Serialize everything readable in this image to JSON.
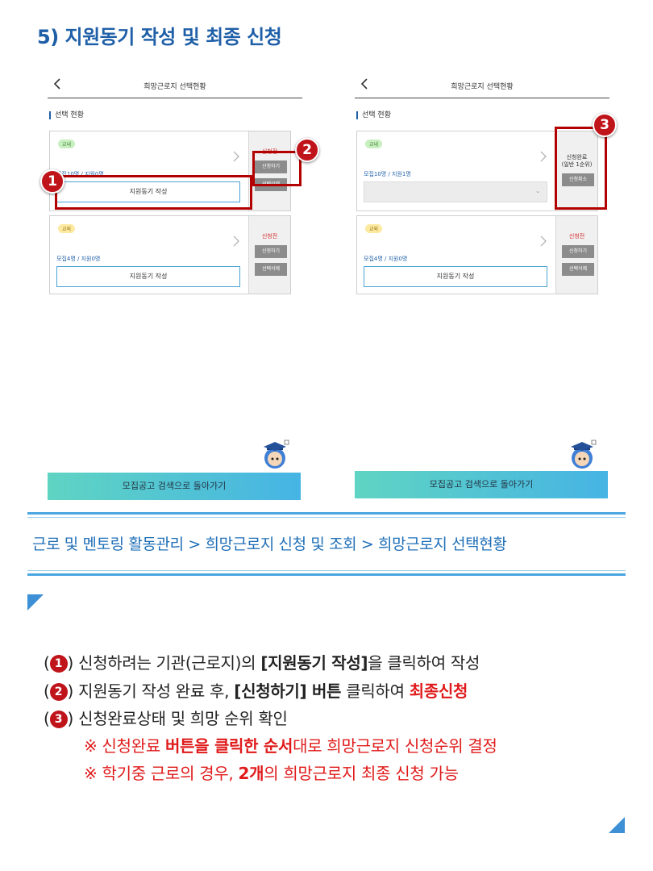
{
  "page_title": "5) 지원동기 작성 및 최종 신청",
  "left_screen": {
    "header_title": "희망근로지 선택현황",
    "section_label": "선택 현황",
    "card1": {
      "tag": "교내",
      "recruit": "모집10명 / 지원0명",
      "motive_button": "지원동기 작성",
      "status": "신청전",
      "apply_button": "신청하기",
      "delete_button": "선택삭제"
    },
    "card2": {
      "tag": "교외",
      "recruit": "모집4명 / 지원0명",
      "motive_button": "지원동기 작성",
      "status": "신청전",
      "apply_button": "신청하기",
      "delete_button": "선택삭제"
    },
    "bottom_button": "모집공고 검색으로 돌아가기"
  },
  "right_screen": {
    "header_title": "희망근로지 선택현황",
    "section_label": "선택 현황",
    "card1": {
      "tag": "교내",
      "recruit": "모집10명 / 지원1명",
      "status_line1": "신청완료",
      "status_line2": "(일반 1순위)",
      "cancel_button": "신청취소"
    },
    "card2": {
      "tag": "교외",
      "recruit": "모집4명 / 지원0명",
      "motive_button": "지원동기 작성",
      "status": "신청전",
      "apply_button": "신청하기",
      "delete_button": "선택삭제"
    },
    "bottom_button": "모집공고 검색으로 돌아가기"
  },
  "badges": [
    "1",
    "2",
    "3"
  ],
  "breadcrumb": "근로 및 멘토링 활동관리 > 희망근로지 신청 및 조회 > 희망근로지 선택현황",
  "instructions": {
    "line1": {
      "open": "(",
      "num": "1",
      "close": ")",
      "text_a": " 신청하려는 기관(근로지)의 ",
      "bold": "[지원동기 작성]",
      "text_b": "을 클릭하여 작성"
    },
    "line2": {
      "open": "(",
      "num": "2",
      "close": ")",
      "text_a": " 지원동기 작성 완료 후, ",
      "bold": "[신청하기] 버튼",
      "text_b": " 클릭하여 ",
      "red_bold": "최종신청"
    },
    "line3": {
      "open": "(",
      "num": "3",
      "close": ")",
      "text_a": " 신청완료상태 및 희망 순위 확인"
    },
    "note1": {
      "prefix": "※ 신청완료 ",
      "bold": "버튼을 클릭한 순서",
      "suffix": "대로 희망근로지 신청순위 결정"
    },
    "note2": {
      "prefix": "※ 학기중 근로의 경우, ",
      "bold": "2개",
      "suffix": "의 희망근로지 최종 신청 가능"
    }
  },
  "colors": {
    "title_blue": "#1f5fa8",
    "badge_red": "#c0141b",
    "accent_red": "#e01a1a",
    "rule_blue": "#4aa6e0"
  }
}
